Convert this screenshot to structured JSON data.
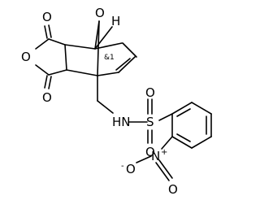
{
  "molecule": {
    "atoms": {
      "o_bridge": "O",
      "h_bridgehead": "H",
      "stereo_label": "&1",
      "o_carbonyl_top": "O",
      "o_ring": "O",
      "o_carbonyl_bottom": "O",
      "nh": "HN",
      "s": "S",
      "o_s_top": "O",
      "o_s_bottom": "O",
      "n_nitro": "N",
      "n_charge": "+",
      "o_nitro_down": "O",
      "o_nitro_left": "O",
      "o_charge": "-"
    }
  },
  "colors": {
    "bond": "#000000",
    "text": "#000000",
    "background": "#ffffff"
  }
}
